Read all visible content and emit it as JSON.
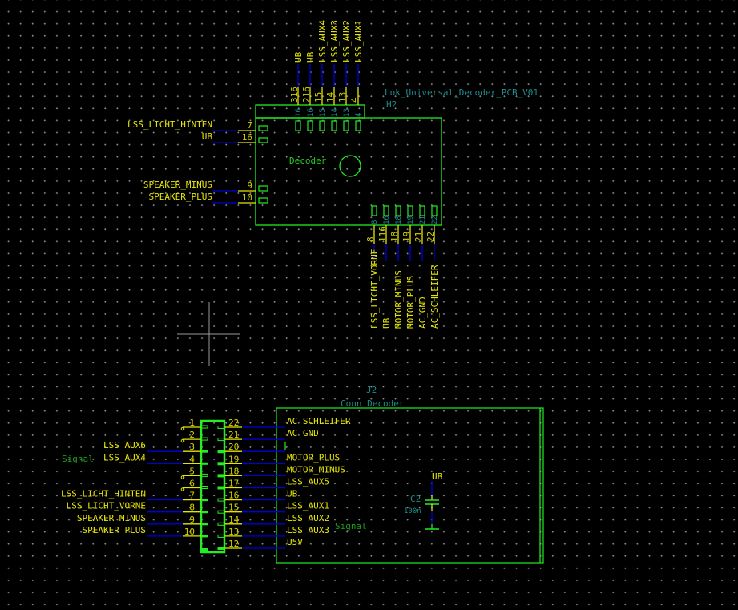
{
  "colors": {
    "background": "#000000",
    "grid": "#8a8a8a",
    "wire": "#0000d8",
    "pin": "#e6e600",
    "body": "#22ee22",
    "reference": "#1a8c8c",
    "cursor": "#9a9a9a"
  },
  "pcb_symbol": {
    "value": "Lok_Universal_Decoder_PCB_V01",
    "reference": "H2",
    "center_text": "Decoder",
    "top_pins": [
      {
        "net": "UB",
        "number": "316",
        "pad": "16"
      },
      {
        "net": "UB",
        "number": "216",
        "pad": "16"
      },
      {
        "net": "LSS_AUX4",
        "number": "15",
        "pad": "15"
      },
      {
        "net": "LSS_AUX3",
        "number": "14",
        "pad": "14"
      },
      {
        "net": "LSS_AUX2",
        "number": "13",
        "pad": "13"
      },
      {
        "net": "LSS_AUX1",
        "number": "4",
        "pad": "4"
      }
    ],
    "left_pins": [
      {
        "net": "LSS_LICHT_HINTEN",
        "number": "7",
        "pad": "7"
      },
      {
        "net": "UB",
        "number": "16",
        "pad": "16"
      },
      {
        "net": "SPEAKER_MINUS",
        "number": "9",
        "pad": "9"
      },
      {
        "net": "SPEAKER_PLUS",
        "number": "10",
        "pad": "10"
      }
    ],
    "bottom_pins": [
      {
        "net": "LSS_LICHT_VORNE",
        "number": "8",
        "pad": "8"
      },
      {
        "net": "UB",
        "number": "116",
        "pad": "16"
      },
      {
        "net": "MOTOR_MINUS",
        "number": "18",
        "pad": "18"
      },
      {
        "net": "MOTOR_PLUS",
        "number": "19",
        "pad": "19"
      },
      {
        "net": "AC_GND",
        "number": "21",
        "pad": "21"
      },
      {
        "net": "AC_SCHLEIFER",
        "number": "22",
        "pad": "22"
      }
    ]
  },
  "connector": {
    "reference": "J2",
    "value": "Conn_Decoder",
    "left_pins": [
      {
        "number": "1",
        "net": ""
      },
      {
        "number": "2",
        "net": ""
      },
      {
        "number": "3",
        "net": "LSS_AUX6"
      },
      {
        "number": "4",
        "net": "LSS_AUX4"
      },
      {
        "number": "5",
        "net": ""
      },
      {
        "number": "6",
        "net": ""
      },
      {
        "number": "7",
        "net": "LSS_LICHT_HINTEN"
      },
      {
        "number": "8",
        "net": "LSS_LICHT_VORNE"
      },
      {
        "number": "9",
        "net": "SPEAKER_MINUS"
      },
      {
        "number": "10",
        "net": "SPEAKER_PLUS"
      }
    ],
    "right_pins": [
      {
        "number": "22",
        "net": "AC_SCHLEIFER"
      },
      {
        "number": "21",
        "net": "AC_GND"
      },
      {
        "number": "20",
        "net": ""
      },
      {
        "number": "19",
        "net": "MOTOR_PLUS"
      },
      {
        "number": "18",
        "net": "MOTOR_MINUS"
      },
      {
        "number": "17",
        "net": "LSS_AUX5"
      },
      {
        "number": "16",
        "net": "UB"
      },
      {
        "number": "15",
        "net": "LSS_AUX1"
      },
      {
        "number": "14",
        "net": "LSS_AUX2"
      },
      {
        "number": "13",
        "net": "LSS_AUX3"
      },
      {
        "number": "12",
        "net": "U5V"
      }
    ],
    "signal_label_left": "Signal",
    "signal_label_right": "Signal"
  },
  "capacitor": {
    "reference": "C2",
    "value": "100n",
    "net": "UB"
  }
}
